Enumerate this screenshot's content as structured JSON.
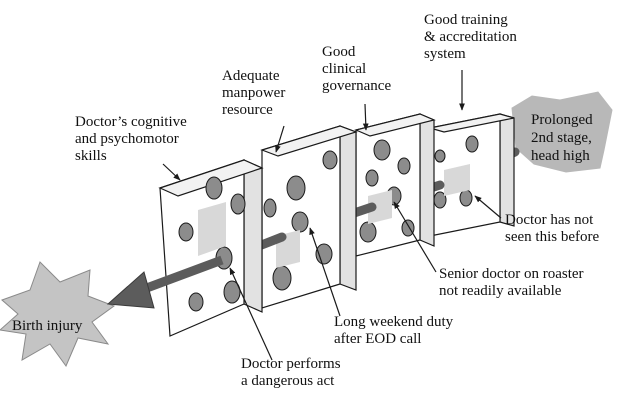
{
  "layers": [
    {
      "label_lines": [
        "Doctor’s cognitive",
        "and psychomotor",
        "skills"
      ]
    },
    {
      "label_lines": [
        "Adequate",
        "manpower",
        "resource"
      ]
    },
    {
      "label_lines": [
        "Good",
        "clinical",
        "governance"
      ]
    },
    {
      "label_lines": [
        "Good training",
        "& accreditation",
        "system"
      ]
    }
  ],
  "hazard": {
    "label_lines": [
      "Prolonged",
      "2nd stage,",
      "head high"
    ]
  },
  "outcome": {
    "label": "Birth injury"
  },
  "holes": [
    {
      "label_lines": [
        "Doctor has not",
        "seen this before"
      ]
    },
    {
      "label_lines": [
        "Senior doctor on roaster",
        "not readily available"
      ]
    },
    {
      "label_lines": [
        "Long weekend duty",
        "after EOD call"
      ]
    },
    {
      "label_lines": [
        "Doctor performs",
        "a dangerous act"
      ]
    }
  ],
  "colors": {
    "slice_front": "#ffffff",
    "slice_side": "#e2e2e2",
    "hole": "#8c8c8c",
    "stroke": "#1a1a1a",
    "arrow": "#5c5c5c",
    "cloud": "#b8b8b8",
    "burst": "#c4c4c4"
  }
}
